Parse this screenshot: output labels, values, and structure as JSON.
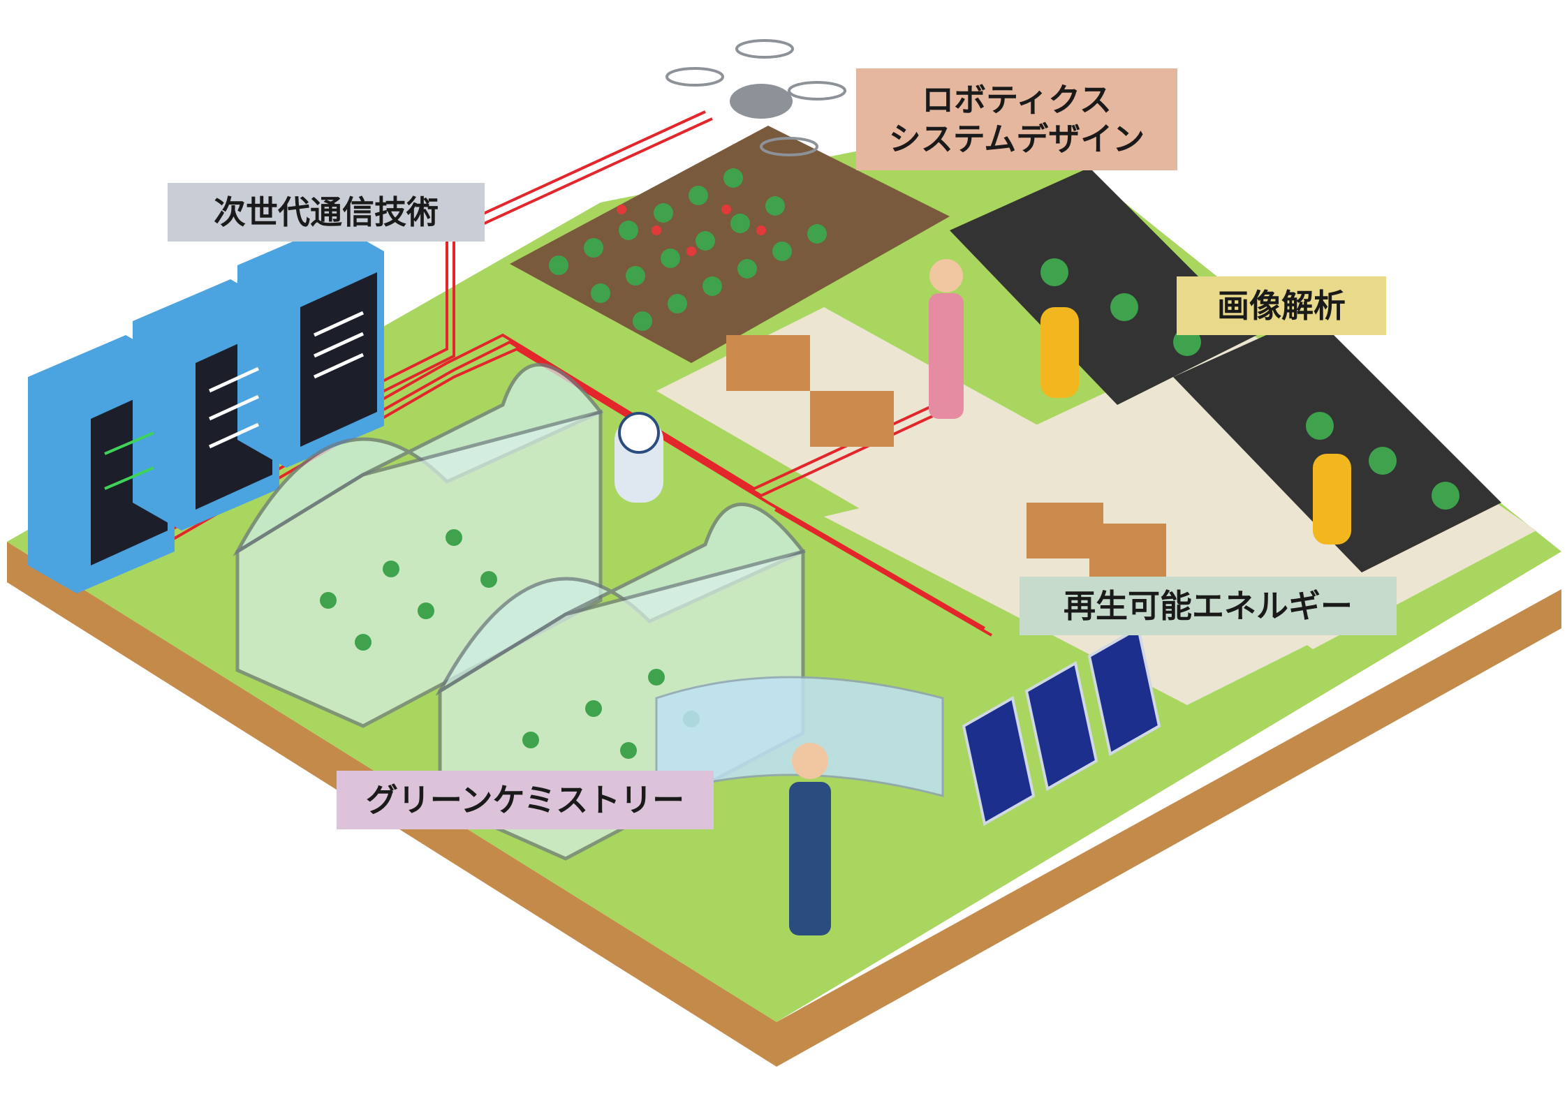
{
  "labels": {
    "comm": {
      "text": "次世代通信技術",
      "bg": "#c9ced6"
    },
    "robotics": {
      "text": "ロボティクス\nシステムデザイン",
      "bg": "#e6b79f"
    },
    "image": {
      "text": "画像解析",
      "bg": "#e9d98a"
    },
    "energy": {
      "text": "再生可能エネルギー",
      "bg": "#c7dbcc"
    },
    "green": {
      "text": "グリーンケミストリー",
      "bg": "#dcc3d9"
    }
  },
  "colors": {
    "field_top": "#a9d65f",
    "field_edge": "#c48a4a",
    "path": "#ece5d2",
    "cable": "#e3262b",
    "server": "#4ba3e0",
    "soil": "#7a5a3c"
  }
}
